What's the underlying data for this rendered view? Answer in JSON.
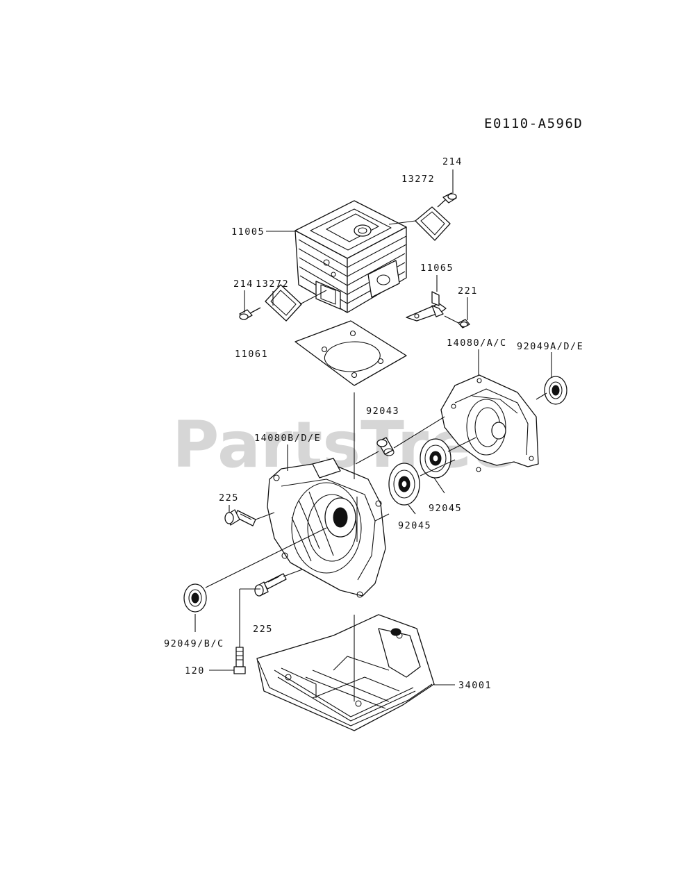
{
  "diagram_code": "E0110-A596D",
  "watermark": "PartsTree",
  "callouts": {
    "p214_top": "214",
    "p13272_top": "13272",
    "p11005": "11005",
    "p13272_left": "13272",
    "p214_left": "214",
    "p11065": "11065",
    "p221": "221",
    "p11061": "11061",
    "p14080_ac": "14080/A/C",
    "p92049_ade": "92049A/D/E",
    "p92043": "92043",
    "p14080_bde": "14080B/D/E",
    "p225_upper": "225",
    "p92045_right": "92045",
    "p92045_left": "92045",
    "p225_lower": "225",
    "p92049_bc": "92049/B/C",
    "p120": "120",
    "p34001": "34001"
  }
}
